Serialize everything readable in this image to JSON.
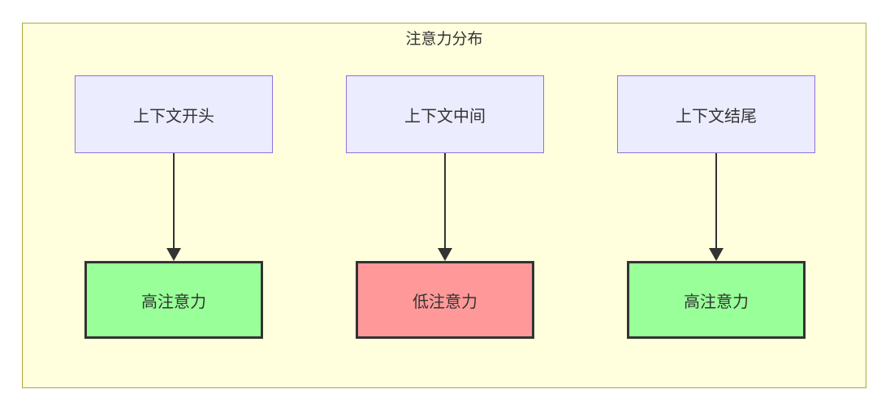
{
  "diagram": {
    "title": "注意力分布",
    "columns": [
      {
        "source": "上下文开头",
        "target": "高注意力",
        "attention": "high"
      },
      {
        "source": "上下文中间",
        "target": "低注意力",
        "attention": "low"
      },
      {
        "source": "上下文结尾",
        "target": "高注意力",
        "attention": "high"
      }
    ]
  },
  "colors": {
    "container-fill": "#ffffde",
    "container-border": "#aaaa33",
    "source-fill": "#ececff",
    "source-border": "#9370db",
    "high-fill": "#99ff99",
    "low-fill": "#ff9999",
    "target-border": "#333333",
    "text": "#333333",
    "arrow": "#333333"
  }
}
